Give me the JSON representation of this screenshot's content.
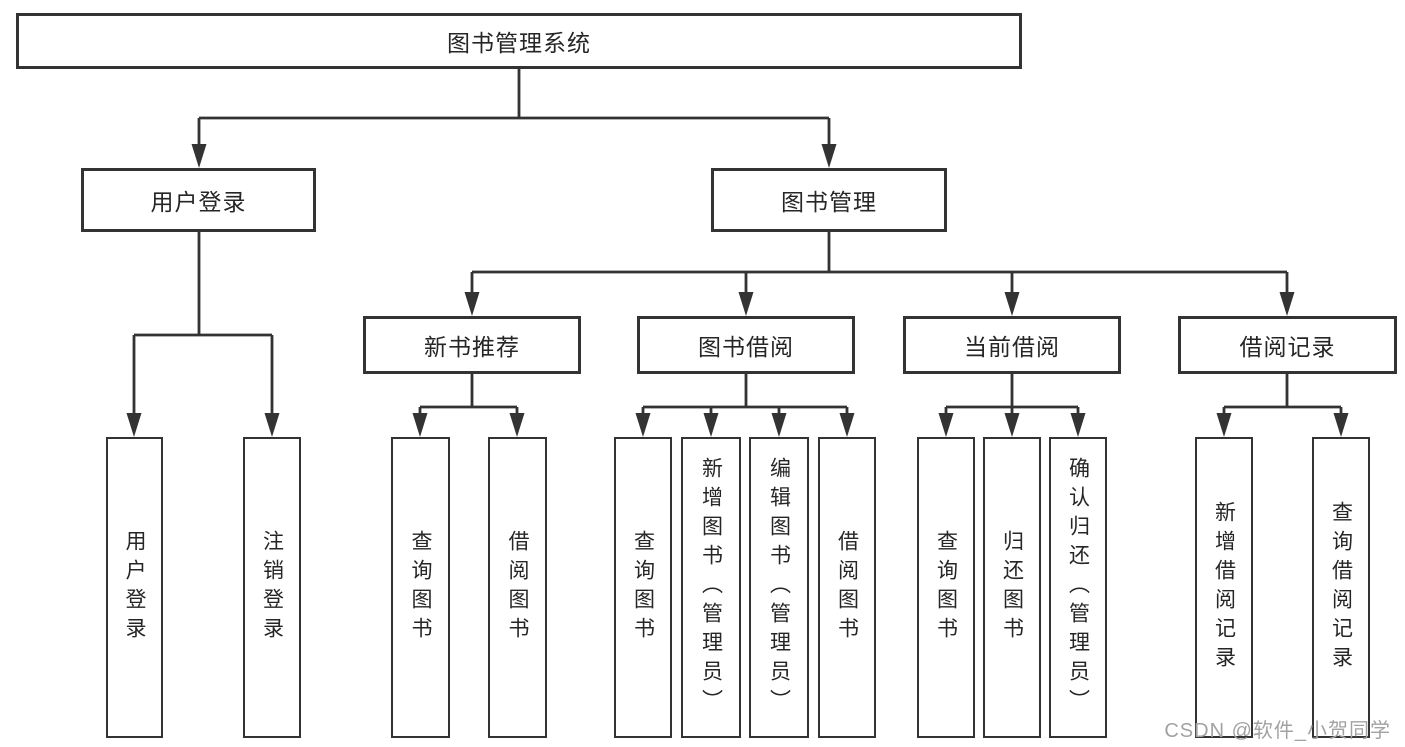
{
  "page": {
    "background": "#ffffff"
  },
  "colors": {
    "line": "#333333",
    "box_border": "#333333",
    "text": "#262626",
    "watermark": "#a2a2a2"
  },
  "watermark": "CSDN @软件_小贺同学",
  "nodes": {
    "root": "图书管理系统",
    "user_login": "用户登录",
    "book_management": "图书管理",
    "new_book_recommend": "新书推荐",
    "book_borrow": "图书借阅",
    "current_borrow": "当前借阅",
    "borrow_records": "借阅记录",
    "leaf_user_login": "用户登录",
    "leaf_logout": "注销登录",
    "leaf_rec_query_books": "查询图书",
    "leaf_rec_borrow_books": "借阅图书",
    "leaf_bb_query_books": "查询图书",
    "leaf_bb_add_books": "新增图书（管理员）",
    "leaf_bb_edit_books": "编辑图书（管理员）",
    "leaf_bb_borrow_books": "借阅图书",
    "leaf_cb_query_books": "查询图书",
    "leaf_cb_return_books": "归还图书",
    "leaf_cb_confirm_return": "确认归还（管理员）",
    "leaf_br_add_record": "新增借阅记录",
    "leaf_br_query_record": "查询借阅记录"
  }
}
